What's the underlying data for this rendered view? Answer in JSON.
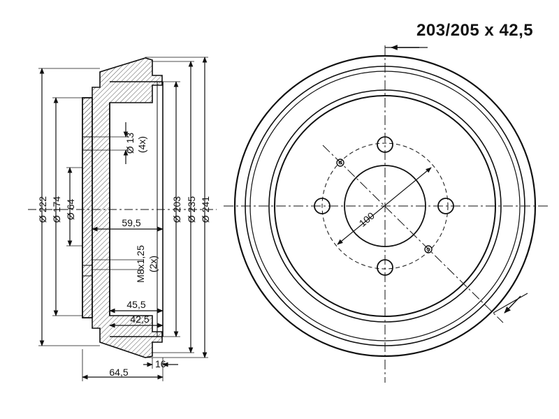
{
  "title": "203/205 x 42,5",
  "colors": {
    "line": "#111111",
    "hatch": "#555555",
    "background": "#ffffff"
  },
  "section_view": {
    "dim_222": "Ø 222",
    "dim_174": "Ø 174",
    "dim_64": "Ø 64",
    "dim_13": "Ø 13",
    "dim_13_count": "(4x)",
    "dim_203": "Ø 203",
    "dim_235": "Ø 235",
    "dim_241": "Ø 241",
    "dim_59_5": "59,5",
    "thread": "M8x1,25",
    "thread_count": "(2x)",
    "dim_45_5": "45,5",
    "dim_42_5": "42,5",
    "dim_16": "16",
    "dim_64_5": "64,5"
  },
  "front_view": {
    "pcd": "100"
  }
}
